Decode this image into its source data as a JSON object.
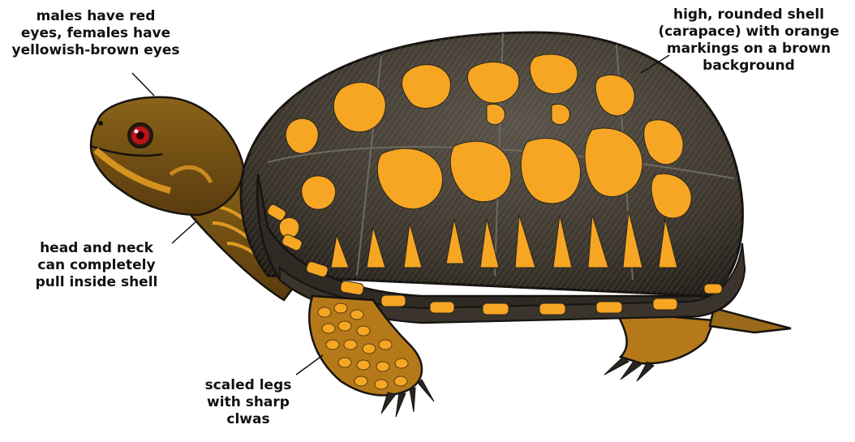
{
  "labels": {
    "eyes": [
      "males have red",
      "eyes, females have",
      "yellowish-brown eyes"
    ],
    "shell": [
      "high, rounded shell",
      "(carapace) with orange",
      "markings on a brown",
      "background"
    ],
    "neck": [
      "head and neck",
      "can completely",
      "pull inside shell"
    ],
    "legs": [
      "scaled legs",
      "with sharp",
      "clwas"
    ]
  },
  "colors": {
    "shell_brown": "#3b352c",
    "marking_orange": "#f6a623",
    "skin_brown": "#7a5416",
    "skin_orange": "#e09a22",
    "eye_red": "#c0121b",
    "outline": "#161310"
  }
}
